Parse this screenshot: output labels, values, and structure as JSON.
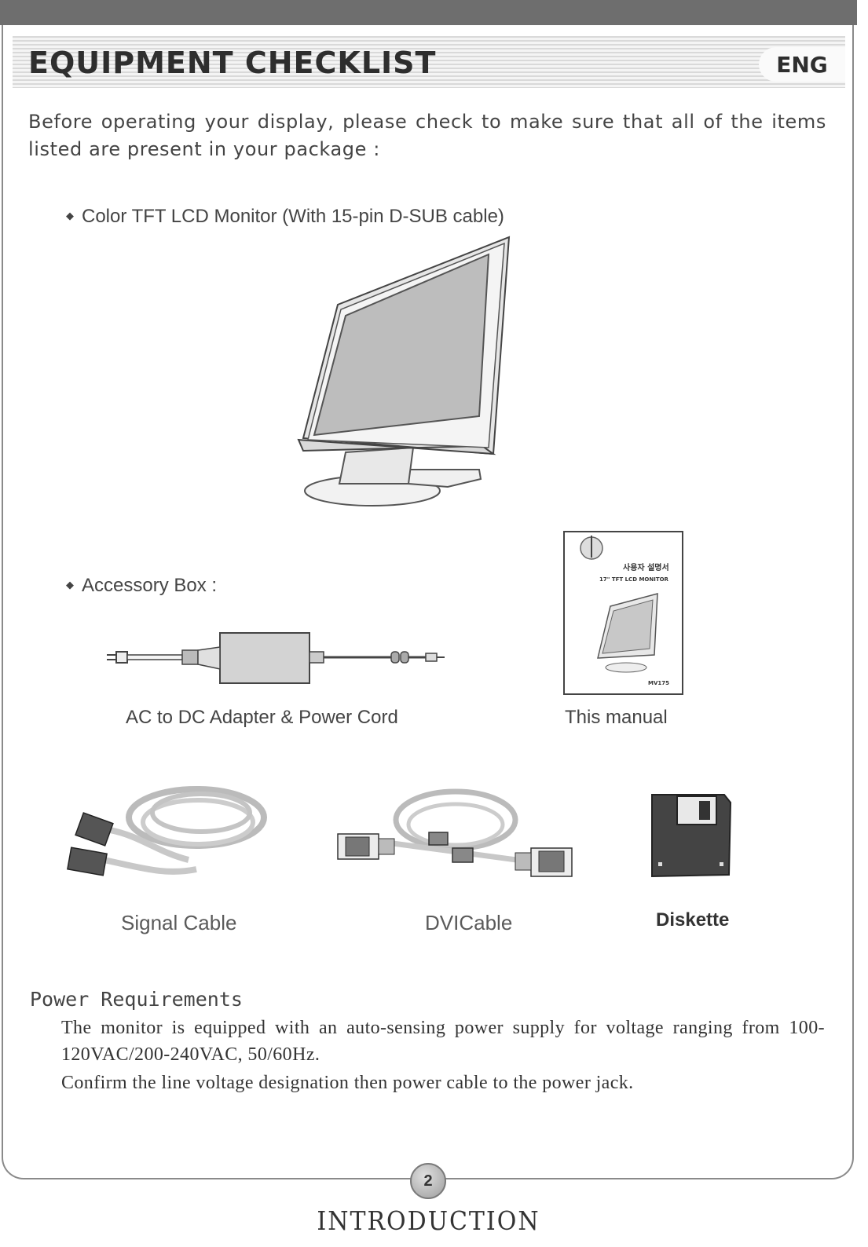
{
  "header": {
    "title": "EQUIPMENT CHECKLIST",
    "language": "ENG"
  },
  "intro": "Before operating your display, please check to make sure that all of the items listed are present in your package :",
  "items": {
    "monitor_bullet": "Color TFT LCD Monitor (With 15-pin D-SUB cable)",
    "accessory_bullet": "Accessory Box :",
    "adapter_caption": "AC to DC Adapter & Power Cord",
    "manual_caption": "This manual",
    "signal_caption": "Signal Cable",
    "dvi_caption": "DVICable",
    "diskette_caption": "Diskette"
  },
  "manual_cover": {
    "title": "사용자 설명서",
    "subtitle": "17\" TFT LCD MONITOR",
    "model": "MV175"
  },
  "power": {
    "heading": "Power Requirements",
    "paragraph1": "The monitor is equipped with an auto-sensing power supply for voltage ranging from 100-120VAC/200-240VAC, 50/60Hz.",
    "paragraph2": "Confirm the line voltage designation then power cable to the power jack."
  },
  "footer": {
    "page_number": "2",
    "section": "INTRODUCTION"
  }
}
